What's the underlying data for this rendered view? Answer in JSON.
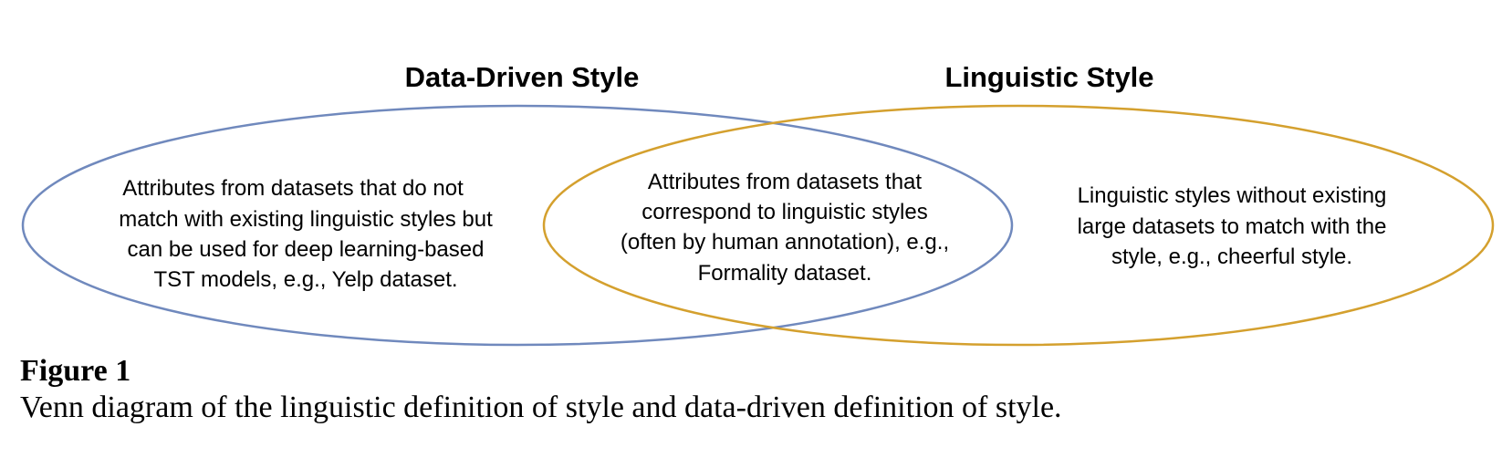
{
  "diagram": {
    "sets": {
      "data_driven": {
        "title": "Data-Driven Style",
        "color": "#7089bd"
      },
      "linguistic": {
        "title": "Linguistic Style",
        "color": "#d4a02e"
      }
    },
    "regions": {
      "data_driven_only": {
        "lines": [
          "Attributes from datasets that do not",
          "match with existing linguistic styles but",
          "can be used for deep learning-based",
          "TST models, e.g., Yelp dataset."
        ]
      },
      "intersection": {
        "lines": [
          "Attributes from datasets that",
          "correspond to linguistic styles",
          "(often by human annotation), e.g.,",
          "Formality dataset."
        ]
      },
      "linguistic_only": {
        "lines": [
          "Linguistic styles without existing",
          "large datasets to match with the",
          "style, e.g., cheerful style."
        ]
      }
    }
  },
  "caption": {
    "label": "Figure 1",
    "text": "Venn diagram of the linguistic definition of style and data-driven definition of style."
  }
}
